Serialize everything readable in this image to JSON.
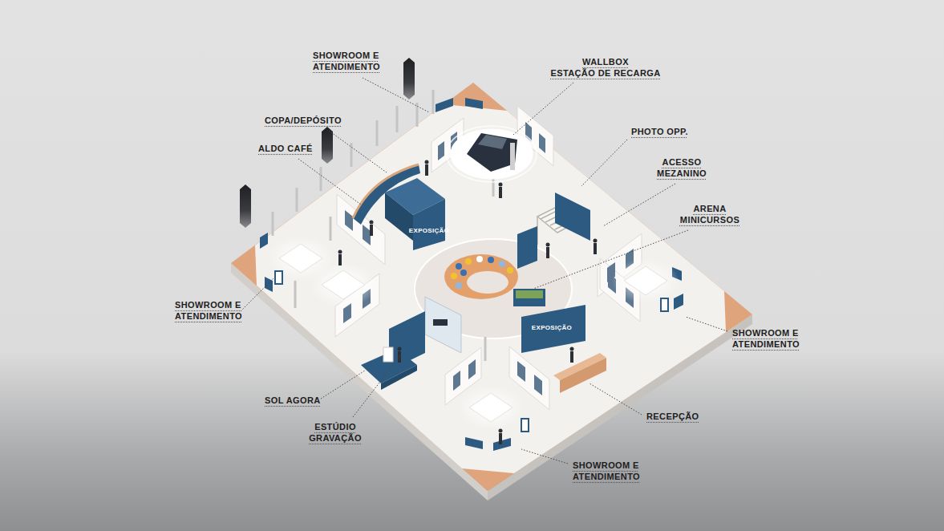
{
  "diagram": {
    "labels": [
      "SHOWROOM E ATENDIMENTO",
      "WALLBOX ESTAÇÃO DE RECARGA",
      "COPA/DEPÓSITO",
      "PHOTO OPP.",
      "ALDO CAFÉ",
      "ACESSO MEZANINO",
      "ARENA MINICURSOS",
      "EXPOSIÇÃO",
      "SHOWROOM E ATENDIMENTO",
      "EXPOSIÇÃO",
      "SHOWROOM E ATENDIMENTO",
      "SOL AGORA",
      "RECEPÇÃO",
      "ESTÚDIO GRAVAÇÃO",
      "SHOWROOM E ATENDIMENTO"
    ]
  }
}
